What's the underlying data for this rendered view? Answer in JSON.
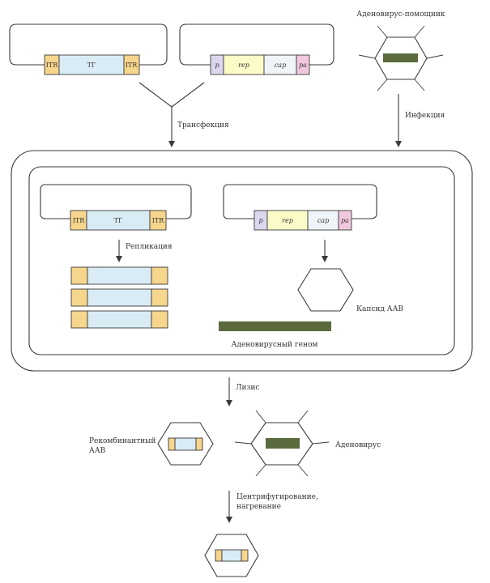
{
  "labels": {
    "helper": "Аденовирус-помощник",
    "transfection": "Трансфекция",
    "infection": "Инфекция",
    "replication": "Репликация",
    "capsid": "Капсид ААВ",
    "adeno_genome": "Аденовирусный геном",
    "lysis": "Лизис",
    "recombinant_line1": "Рекомбинантный",
    "recombinant_line2": "ААВ",
    "adenovirus": "Аденовирус",
    "centrifuge_line1": "Центрифугирование,",
    "centrifuge_line2": "нагревание"
  },
  "plasmid1": {
    "left": "ITR",
    "middle": "ТГ",
    "right": "ITR"
  },
  "plasmid2": {
    "p": "p",
    "rep": "rep",
    "cap": "cap",
    "pa": "pa"
  },
  "colors": {
    "itr": "#f6d58c",
    "tg": "#d9ecf6",
    "p": "#dcd6ee",
    "rep": "#fbfbc8",
    "cap": "#eef4f8",
    "pa": "#f1c8de",
    "genome": "#5b6b3d",
    "line": "#3a3a3a"
  }
}
